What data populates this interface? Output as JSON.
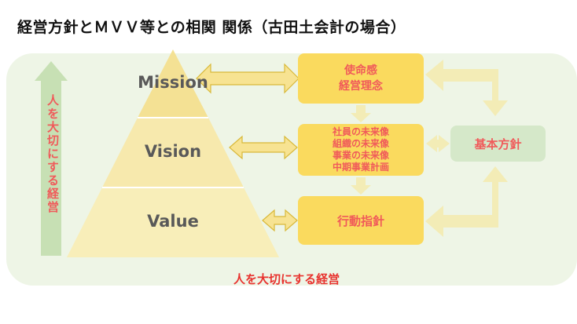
{
  "title": "経営方針とＭＶＶ等との相関 関係（古田土会計の場合）",
  "pyramid": {
    "mission": "Mission",
    "vision": "Vision",
    "value": "Value"
  },
  "side_label": "人を大切にする経営",
  "boxes": {
    "mission": [
      "使命感",
      "経営理念"
    ],
    "vision": [
      "社員の未来像",
      "組織の未来像",
      "事業の未来像",
      "中期事業計画"
    ],
    "value": "行動指針",
    "policy": "基本方針"
  },
  "bottom_caption": "人を大切にする経営",
  "colors": {
    "pyramid_top": "#f4e194",
    "pyramid_mid": "#f7e9ad",
    "pyramid_bottom": "#f8eeb9",
    "box_fill": "#fada5e",
    "arrow_fill": "#f7e392",
    "arrow_stroke": "#d9b93a",
    "connector": "#f3ecb6",
    "panel": "#eef5e6",
    "up_arrow": "#c7e0b4",
    "policy_fill": "#d5e8c9",
    "text_accent": "#f05a5a"
  }
}
